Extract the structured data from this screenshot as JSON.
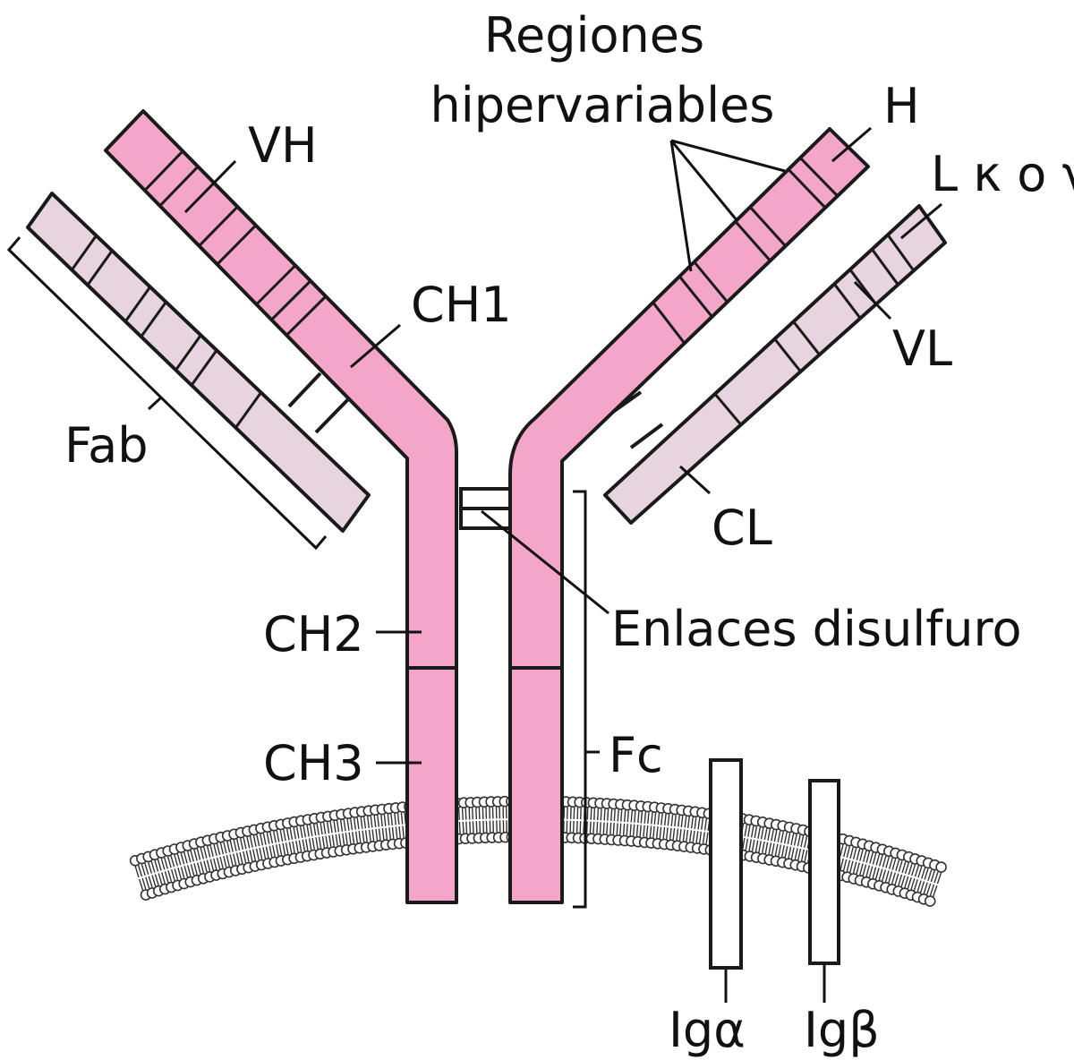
{
  "labels": {
    "regiones": "Regiones",
    "hipervariables": "hipervariables",
    "h": "H",
    "l_kappa_gamma": "L κ o γ",
    "vh": "VH",
    "vl": "VL",
    "ch1": "CH1",
    "cl": "CL",
    "fab": "Fab",
    "ch2": "CH2",
    "ch3": "CH3",
    "fc": "Fc",
    "enlaces": "Enlaces disulfuro",
    "ig_alpha": "Igα",
    "ig_beta": "Igβ"
  },
  "colors": {
    "heavy_chain": "#f4a6c8",
    "light_chain": "#e8d4df",
    "outline": "#1a1a1a",
    "background": "#ffffff"
  }
}
